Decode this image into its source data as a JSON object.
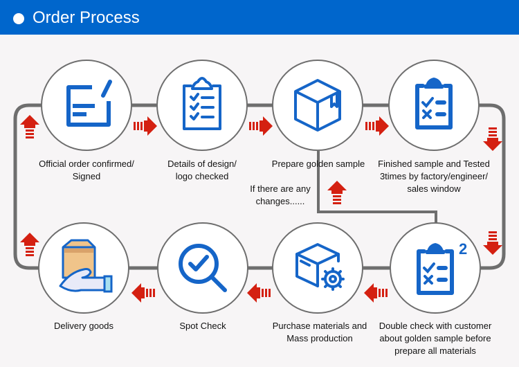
{
  "header": {
    "title": "Order Process"
  },
  "colors": {
    "header_bg": "#0066cc",
    "icon_blue": "#1565c8",
    "arrow_red": "#d42011",
    "line_gray": "#6e6e6e"
  },
  "steps": [
    {
      "label": "Official order confirmed/\nSigned",
      "icon": "edit-document-icon"
    },
    {
      "label": "Details of design/\nlogo checked",
      "icon": "checklist-clipboard-icon"
    },
    {
      "label": "Prepare golden sample",
      "icon": "package-box-icon"
    },
    {
      "label": "Finished sample and Tested\n3times by factory/engineer/\nsales window",
      "icon": "test-clipboard-icon"
    },
    {
      "label": "Double check with customer\nabout golden sample before\nprepare all materials",
      "icon": "test-clipboard-2-icon",
      "badge": "2"
    },
    {
      "label": "Purchase materials and\nMass production",
      "icon": "box-gear-icon"
    },
    {
      "label": "Spot Check",
      "icon": "magnifier-check-icon"
    },
    {
      "label": "Delivery goods",
      "icon": "hand-box-icon"
    }
  ],
  "loop_note": "If there are any\nchanges......"
}
